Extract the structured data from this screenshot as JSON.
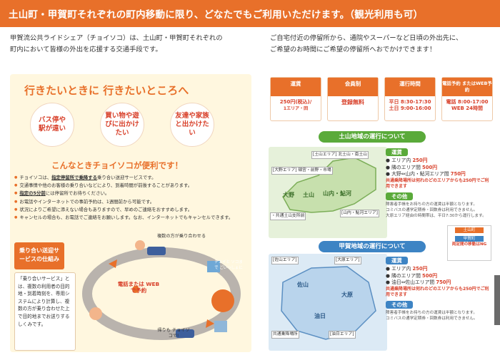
{
  "banner": "土山町・甲賀町それぞれの町内移動に限り、どなたでもご利用いただけます。（観光利用も可）",
  "intro_left": [
    "甲賀流公共ライドシェア（チョイソコ）は、土山町・甲賀町それぞれの",
    "町内において皆様の外出を応援する交通手段です。"
  ],
  "intro_right": [
    "ご自宅付近の停留所から、通院やスーパーなど日頃の外出先に、",
    "ご希望のお時間にご希望の停留所へおでかけできます！"
  ],
  "left": {
    "heading": "行きたいときに 行きたいところへ",
    "bubbles": [
      "バス停や駅が遠い",
      "買い物や遊びに出かけたい",
      "友達や家族と出かけたい"
    ],
    "big_title": "こんなときチョイソコが便利です！",
    "bullets": [
      {
        "pre": "チョイソコは、",
        "hl": "指定停留所で乗降する",
        "post": "乗り合い送迎サービスです。"
      },
      {
        "pre": "交通事情や他のお客様の乗り合いなどにより、到着時間が前後することがあります。",
        "hl": "",
        "post": ""
      },
      {
        "pre": "",
        "hl": "指定の5分前",
        "post": "には停留所でお待ちください。"
      },
      {
        "pre": "お電話やインターネットでの事前予約は、1週間前から可能です。",
        "hl": "",
        "post": ""
      },
      {
        "pre": "状況によりご希望に添えない場合もありますので、早めのご連絡をおすすめします。",
        "hl": "",
        "post": ""
      },
      {
        "pre": "キャンセルの場合も、お電話でご連絡をお願いします。なお、インターネットでもキャンセルできます。",
        "hl": "",
        "post": ""
      }
    ],
    "how_title": "乗り合い送迎サービスの仕組み",
    "how_desc": "「乗り合いサービス」とは、複数の利用者の目的地・到着時刻を、専用システムにより計算し、複数の方が乗り合わせた上で目的地までお送りするしくみです。",
    "loop_labels": {
      "a": "複数の方が乗り合わせる",
      "b": "電話または WEBで予約",
      "c": "帰りも チョイソコで!",
      "d": "チョイと ソコまで ごいっしょに"
    }
  },
  "cards": [
    {
      "title": "運賃",
      "lines": [
        "250円(税込)/",
        "1エリア・回"
      ]
    },
    {
      "title": "会員制",
      "lines": [
        "登録無料"
      ]
    },
    {
      "title": "運行時間",
      "lines": [
        "平日 8:30-17:30",
        "土日 9:00-16:00"
      ]
    },
    {
      "title": "電話予約 またはWEB予約",
      "lines": [
        "電話 8:00-17:00",
        "WEB 24時間"
      ]
    }
  ],
  "tsuchiyama": {
    "title": "土山地域の運行について",
    "places": [
      "大野",
      "土山",
      "山内・鮎河"
    ],
    "areas": [
      "[土山エリア] 北土山・南土山",
      "[大野エリア] 頓宮・前野・市場",
      "[山内・鮎河エリア]",
      "・共通土山支所前"
    ],
    "fare_tag": "運賃",
    "fares": [
      {
        "label": "エリア内",
        "price": "250円"
      },
      {
        "label": "隣のエリア間",
        "price": "500円"
      },
      {
        "label": "大野⇔山内・鮎河エリア間",
        "price": "750円"
      }
    ],
    "note": "共通乗降場所は何れのどのエリアからも250円でご利用できます",
    "other_tag": "その他",
    "other": [
      "障害者手帳をお持ちの方の運賃は半額となります。",
      "コミバスの通学定期券・回数券は利用できません。",
      "大原エリア経由の時間帯は、平日7:30から運行します。"
    ]
  },
  "koka": {
    "title": "甲賀地域の運行について",
    "places": [
      "佐山",
      "大原",
      "油日"
    ],
    "areas": [
      "[佐山エリア]",
      "[大原エリア]",
      "[油日エリア]",
      "共通乗降場所"
    ],
    "fare_tag": "運賃",
    "fares": [
      {
        "label": "エリア内",
        "price": "250円"
      },
      {
        "label": "隣のエリア間",
        "price": "500円"
      },
      {
        "label": "油日⇔佐山エリア間",
        "price": "750円"
      }
    ],
    "note": "共通乗降場所は何れのどのエリアからも250円でご利用できます",
    "other_tag": "その他",
    "other": [
      "障害者手帳をお持ちの方の運賃は半額となります。",
      "コミバスの通学定期券・回数券は利用できません。"
    ]
  },
  "side_note": {
    "a": "土山町",
    "b": "甲賀町",
    "c": "両定間の移動はNG"
  }
}
